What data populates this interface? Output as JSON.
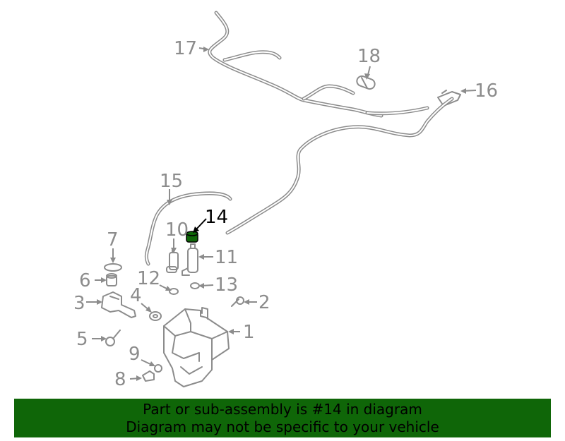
{
  "labels": {
    "p1": "1",
    "p2": "2",
    "p3": "3",
    "p4": "4",
    "p5": "5",
    "p6": "6",
    "p7": "7",
    "p8": "8",
    "p9": "9",
    "p10": "10",
    "p11": "11",
    "p12": "12",
    "p13": "13",
    "p14": "14",
    "p15": "15",
    "p16": "16",
    "p17": "17",
    "p18": "18"
  },
  "highlight": {
    "part": "14",
    "color": "#0f6608"
  },
  "footer": {
    "line1": "Part or sub-assembly is #14 in diagram",
    "line2": "Diagram may not be specific to your vehicle"
  }
}
